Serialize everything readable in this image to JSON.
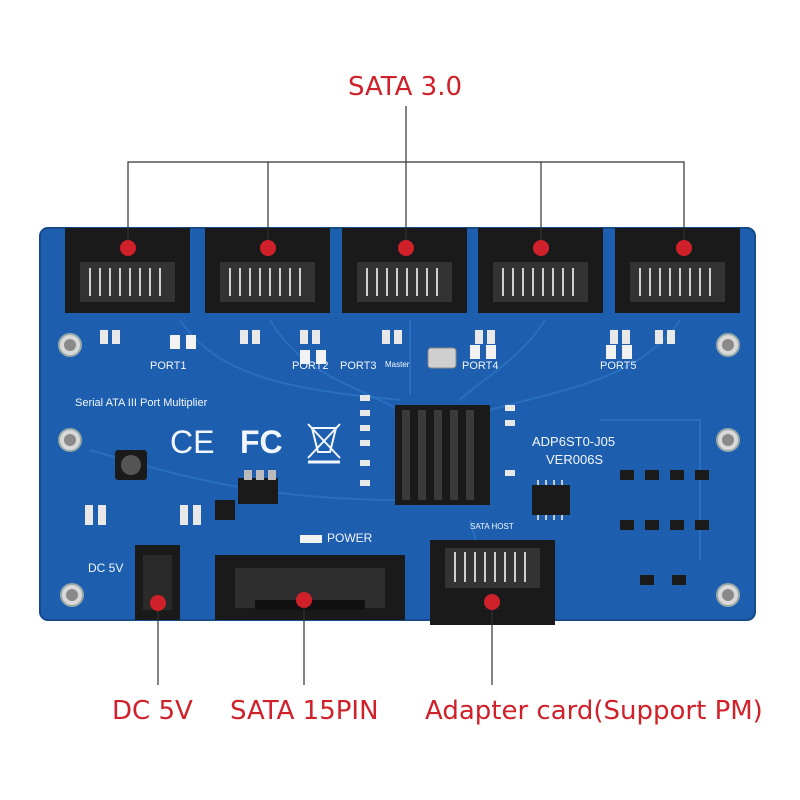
{
  "callouts": {
    "sata3": "SATA 3.0",
    "dc5v": "DC 5V",
    "sata15": "SATA 15PIN",
    "adapter": "Adapter card(Support PM)"
  },
  "board": {
    "title": "Serial ATA III Port Multiplier",
    "model": "ADP6ST0-J05",
    "version": "VER006S",
    "port_labels": [
      "PORT1",
      "PORT2",
      "PORT3",
      "PORT4",
      "PORT5"
    ],
    "master": "Master",
    "power": "POWER",
    "dc_label": "DC 5V",
    "sata_host": "SATA HOST",
    "ce": "CE",
    "fc": "FC"
  },
  "colors": {
    "pcb": "#1d5fae",
    "callout": "#d0202a",
    "connector": "#1a1a1a"
  }
}
